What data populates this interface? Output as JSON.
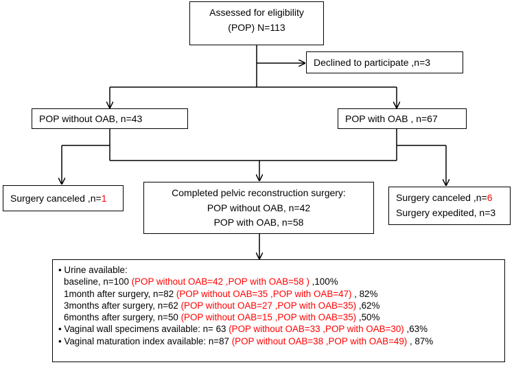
{
  "boxes": {
    "eligibility": {
      "line1": "Assessed for eligibility",
      "line2": "(POP) N=113"
    },
    "declined": {
      "text": "Declined to participate ,n=3"
    },
    "without_oab": {
      "text": "POP without OAB, n=43"
    },
    "with_oab": {
      "text": "POP with OAB , n=67"
    },
    "canceled_left": {
      "text": "Surgery canceled ,n=",
      "count": "1"
    },
    "completed": {
      "line1": "Completed pelvic reconstruction surgery:",
      "line2": "POP without OAB, n=42",
      "line3": "POP with OAB, n=58"
    },
    "canceled_right": {
      "text": "Surgery canceled ,n=",
      "count": "6",
      "line2": "Surgery expedited, n=3"
    }
  },
  "availability": {
    "urine_header": "• Urine available:",
    "rows": [
      {
        "prefix": "baseline, n=100 ",
        "red": "(POP without OAB=42 ,POP with OAB=58 )",
        "suffix": " ,100%"
      },
      {
        "prefix": "1month after surgery, n=82 ",
        "red": "(POP without OAB=35 ,POP with OAB=47)",
        "suffix": " , 82%"
      },
      {
        "prefix": "3months after surgery, n=62 ",
        "red": "(POP without OAB=27 ,POP with OAB=35)",
        "suffix": " ,62%"
      },
      {
        "prefix": "6months after surgery, n=50 ",
        "red": "(POP without OAB=15 ,POP with OAB=35)",
        "suffix": " ,50%"
      }
    ],
    "vaginal_wall": {
      "prefix": "• Vaginal wall specimens available: n= 63 ",
      "red": "(POP without OAB=33 ,POP with OAB=30)",
      "suffix": " ,63%"
    },
    "maturation": {
      "prefix": "• Vaginal maturation index available: n=87 ",
      "red": "(POP without OAB=38 ,POP with OAB=49)",
      "suffix": " , 87%"
    }
  },
  "colors": {
    "highlight": "#ff0000",
    "line": "#000000"
  }
}
